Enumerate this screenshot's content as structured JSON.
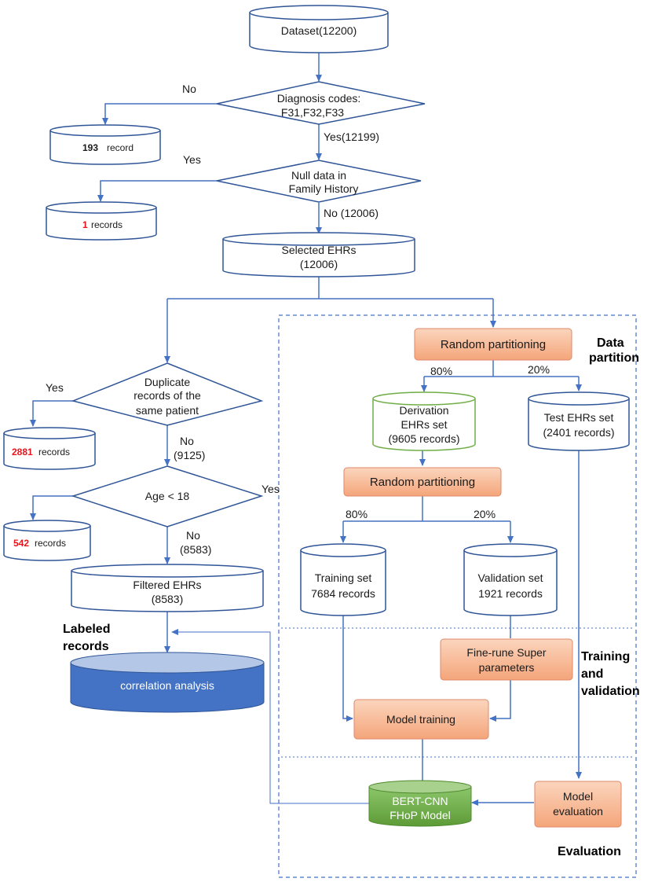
{
  "nodes": {
    "dataset": "Dataset(12200)",
    "diag_l1": "Diagnosis codes:",
    "diag_l2": "F31,F32,F33",
    "no1": "No",
    "rec193_num": "193",
    "rec193_txt": "record",
    "yes12199": "Yes(12199)",
    "yes1": "Yes",
    "null_l1": "Null data in",
    "null_l2": "Family History",
    "rec1_num": "1",
    "rec1_txt": "records",
    "no12006": "No (12006)",
    "sel_l1": "Selected EHRs",
    "sel_l2": "(12006)",
    "dup_l1": "Duplicate",
    "dup_l2": "records of the",
    "dup_l3": "same patient",
    "yes2": "Yes",
    "rec2881_num": "2881",
    "rec2881_txt": "records",
    "no9125_l1": "No",
    "no9125_l2": "(9125)",
    "age": "Age < 18",
    "yes3": "Yes",
    "rec542_num": "542",
    "rec542_txt": "records",
    "no8583_l1": "No",
    "no8583_l2": "(8583)",
    "filt_l1": "Filtered EHRs",
    "filt_l2": "(8583)",
    "labeled_l1": "Labeled",
    "labeled_l2": "records",
    "corr": "correlation analysis",
    "rp1": "Random partitioning",
    "datapart_l1": "Data",
    "datapart_l2": "partition",
    "p80a": "80%",
    "p20a": "20%",
    "deriv_l1": "Derivation",
    "deriv_l2": "EHRs set",
    "deriv_l3": "(9605 records)",
    "test_l1": "Test EHRs set",
    "test_l2": "(2401 records)",
    "rp2": "Random partitioning",
    "p80b": "80%",
    "p20b": "20%",
    "train_l1": "Training set",
    "train_l2": "7684 records",
    "val_l1": "Validation set",
    "val_l2": "1921 records",
    "fine_l1": "Fine-rune Super",
    "fine_l2": "parameters",
    "tv_l1": "Training",
    "tv_l2": "and",
    "tv_l3": "validation",
    "mt": "Model training",
    "bert_l1": "BERT-CNN",
    "bert_l2": "FHoP Model",
    "me_l1": "Model",
    "me_l2": "evaluation",
    "eval": "Evaluation"
  },
  "colors": {
    "line": "#4472c4",
    "shape_stroke": "#2f5597",
    "orange_fill": "#f4b183",
    "orange_stroke": "#e0896a",
    "green": "#70ad47",
    "blue_db": "#4472c4",
    "red_text": "#e8141b"
  }
}
